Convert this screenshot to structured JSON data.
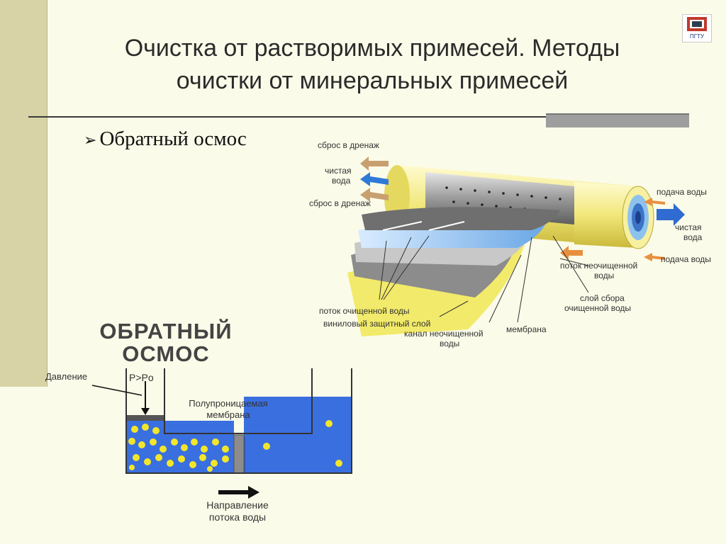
{
  "slide": {
    "title_line1": "Очистка от растворимых примесей. Методы",
    "title_line2": "очистки от минеральных примесей",
    "bullet": "Обратный осмос",
    "logo_text": "ПГТУ"
  },
  "membrane_diagram": {
    "labels": {
      "drain_top": "сброс в дренаж",
      "clean_water_left_1": "чистая",
      "clean_water_left_2": "вода",
      "drain_bottom": "сброс в дренаж",
      "feed_water_top": "подача воды",
      "clean_water_right_1": "чистая",
      "clean_water_right_2": "вода",
      "feed_water_right": "подача воды",
      "raw_flow_1": "поток неочищенной",
      "raw_flow_2": "воды",
      "collect_layer_1": "слой сбора",
      "collect_layer_2": "очищенной воды",
      "purified_flow": "поток очищенной воды",
      "vinyl_layer": "виниловый защитный слой",
      "raw_channel_1": "канал неочищенной",
      "raw_channel_2": "воды",
      "membrane": "мембрана"
    }
  },
  "osmosis_diagram": {
    "title_line1": "ОБРАТНЫЙ",
    "title_line2": "ОСМОС",
    "pressure": "Давление",
    "pressure_relation": "P>Po",
    "membrane_1": "Полупроницаемая",
    "membrane_2": "мембрана",
    "flow_1": "Направление",
    "flow_2": "потока воды"
  },
  "colors": {
    "background": "#fbfbe9",
    "sidebar": "#d7d3a6",
    "water": "#3a6fe0",
    "particles": "#f2e62a",
    "cylinder": "#f3ec8a"
  }
}
